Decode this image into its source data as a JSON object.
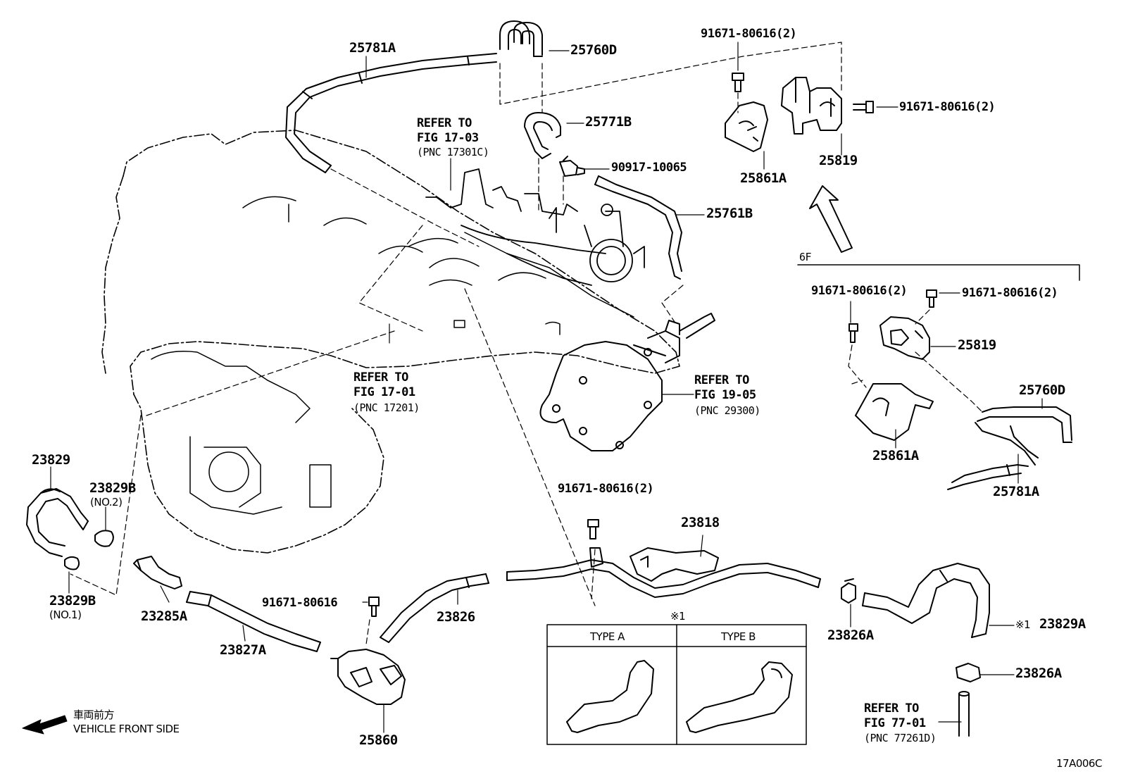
{
  "diagram_id": "17A006C",
  "parts": {
    "hose_25781A": "25781A",
    "hose_25760D": "25760D",
    "hose_25771B": "25771B",
    "hose_25761B": "25761B",
    "clip_90917": "90917-10065",
    "bolt_top_left": "91671-80616(2)",
    "bolt_top_right": "91671-80616(2)",
    "bracket_25861A": "25861A",
    "valve_25819": "25819",
    "hose_23829": "23829",
    "clamp_23829B_no2": "23829B",
    "clamp_23829B_no2_note": "(NO.2)",
    "clamp_23829B_no1": "23829B",
    "clamp_23829B_no1_note": "(NO.1)",
    "sensor_23285A": "23285A",
    "hose_23827A": "23827A",
    "bolt_25860": "91671-80616",
    "valve_25860": "25860",
    "hose_23826": "23826",
    "bolt_23818": "91671-80616(2)",
    "pipe_23818": "23818",
    "clamp_23826A_top": "23826A",
    "hose_23829A": "23829A",
    "hose_23829A_mark": "※1",
    "clamp_23826A_bottom": "23826A"
  },
  "refs": {
    "fig_17_03": {
      "l1": "REFER TO",
      "l2": "FIG 17-03",
      "l3": "(PNC 17301C)"
    },
    "fig_17_01": {
      "l1": "REFER TO",
      "l2": "FIG 17-01",
      "l3": "(PNC 17201)"
    },
    "fig_19_05": {
      "l1": "REFER TO",
      "l2": "FIG 19-05",
      "l3": "(PNC 29300)"
    },
    "fig_77_01": {
      "l1": "REFER TO",
      "l2": "FIG 77-01",
      "l3": "(PNC 77261D)"
    }
  },
  "inset_6F": {
    "tag": "6F",
    "bolt_left": "91671-80616(2)",
    "bolt_right": "91671-80616(2)",
    "valve": "25819",
    "hose_25760D": "25760D",
    "bracket": "25861A",
    "hose_25781A": "25781A"
  },
  "types_box": {
    "mark": "※1",
    "type_a": "TYPE A",
    "type_b": "TYPE B"
  },
  "front": {
    "jp": "車両前方",
    "en": "VEHICLE FRONT SIDE"
  }
}
